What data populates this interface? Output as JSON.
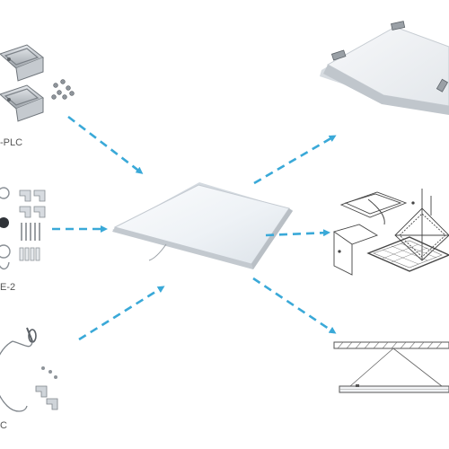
{
  "labels": {
    "kit_top": "-PLC",
    "kit_middle": "E-2",
    "kit_bottom": "C"
  },
  "colors": {
    "arrow": "#3aa9d8",
    "panel_face": "#f3f6f9",
    "panel_edge": "#c9ced4",
    "line_art": "#444444",
    "metal": "#a9aeb4"
  },
  "icons": {
    "center": "led-panel-icon",
    "kit_top": "spring-clip-kit-icon",
    "kit_middle": "suspension-hardware-kit-icon",
    "kit_bottom": "wire-suspension-kit-icon",
    "result_top": "recessed-panel-icon",
    "result_middle": "grid-ceiling-diagram-icon",
    "result_bottom": "suspended-panel-diagram-icon"
  }
}
